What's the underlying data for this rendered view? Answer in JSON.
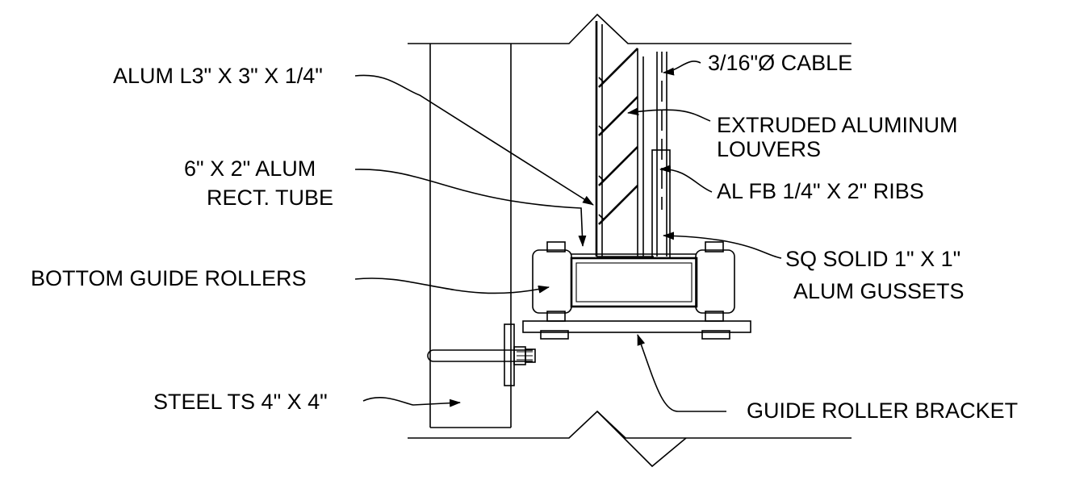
{
  "labels": {
    "cable": "3/16\"Ø CABLE",
    "alum_angle": "ALUM L3\" X 3\" X 1/4\"",
    "louvers_line1": "EXTRUDED ALUMINUM",
    "louvers_line2": "LOUVERS",
    "tube_line1": "6\" X 2\" ALUM",
    "tube_line2": "RECT. TUBE",
    "ribs": "AL FB 1/4\" X 2\" RIBS",
    "gussets_line1": "SQ SOLID 1\" X 1\"",
    "gussets_line2": "ALUM GUSSETS",
    "rollers": "BOTTOM GUIDE ROLLERS",
    "steel_ts": "STEEL TS 4\" X 4\"",
    "bracket": "GUIDE ROLLER BRACKET"
  }
}
